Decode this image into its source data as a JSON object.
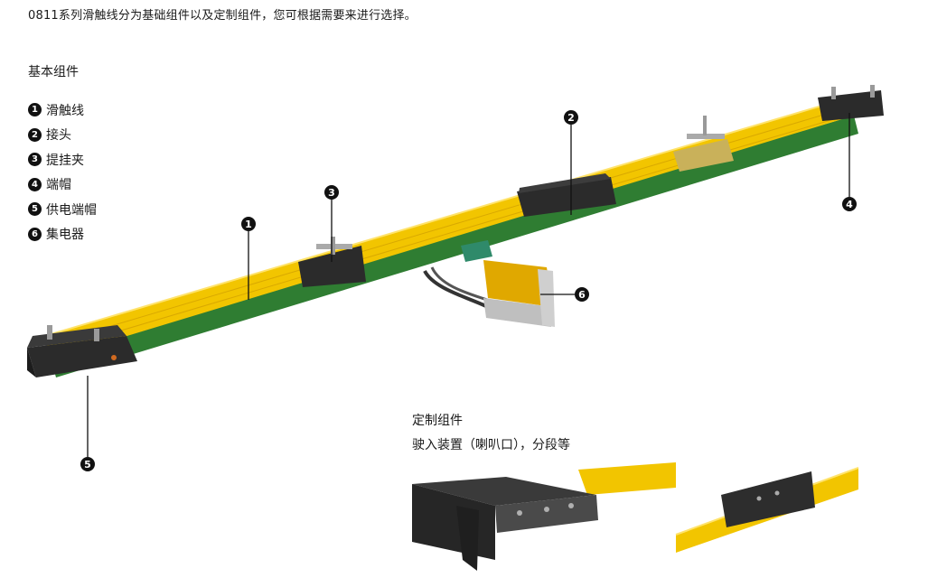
{
  "intro": "0811系列滑触线分为基础组件以及定制组件，您可根据需要来进行选择。",
  "basic": {
    "title": "基本组件",
    "items": [
      {
        "num": "1",
        "label": "滑触线"
      },
      {
        "num": "2",
        "label": "接头"
      },
      {
        "num": "3",
        "label": "提挂夹"
      },
      {
        "num": "4",
        "label": "端帽"
      },
      {
        "num": "5",
        "label": "供电端帽"
      },
      {
        "num": "6",
        "label": "集电器"
      }
    ]
  },
  "callouts": [
    "1",
    "2",
    "3",
    "4",
    "5",
    "6"
  ],
  "custom": {
    "title": "定制组件",
    "desc": "驶入装置（喇叭口），分段等"
  },
  "colors": {
    "rail_yellow": "#f2c500",
    "rail_green": "#2f7d32",
    "housing": "#2b2b2b"
  }
}
